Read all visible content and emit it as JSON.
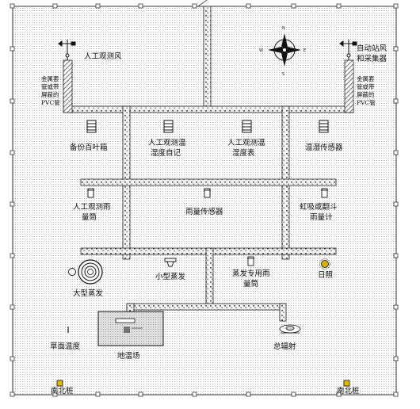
{
  "compass": {
    "north": "N",
    "south": "S",
    "east": "E",
    "west": "W"
  },
  "labels": {
    "manual_wind": "人工观测风",
    "auto_station_line1": "自动站风",
    "auto_station_line2": "和采集器",
    "pipe_left_1": "金属套",
    "pipe_left_2": "管或带",
    "pipe_left_3": "屏蔽的",
    "pipe_left_4": "PVC管",
    "pipe_right_1": "金属套",
    "pipe_right_2": "管或带",
    "pipe_right_3": "屏蔽的",
    "pipe_right_4": "PVC管",
    "backup_louver": "备份百叶箱",
    "manual_temp_rec_1": "人工观测温",
    "manual_temp_rec_2": "湿度自记",
    "manual_temp_tab_1": "人工观测温",
    "manual_temp_tab_2": "湿度表",
    "temp_humidity_sensor": "温湿传感器",
    "manual_rain_1": "人工观测雨",
    "manual_rain_2": "量筒",
    "rain_sensor": "雨量传感器",
    "siphon_1": "虹吸或翻斗",
    "siphon_2": "雨量计",
    "small_evap": "小型蒸发",
    "evap_rain_1": "蒸发专用雨",
    "evap_rain_2": "量筒",
    "sunshine": "日照",
    "large_evap": "大型蒸发",
    "grass_temp": "草面温度",
    "ground_temp": "地温场",
    "total_radiation": "总辐射",
    "ns_pile_left": "南北桩",
    "ns_pile_right": "南北桩"
  },
  "colors": {
    "dots": "#9aa29a",
    "pipe_fill": "#eeeeee",
    "line": "#222222"
  }
}
